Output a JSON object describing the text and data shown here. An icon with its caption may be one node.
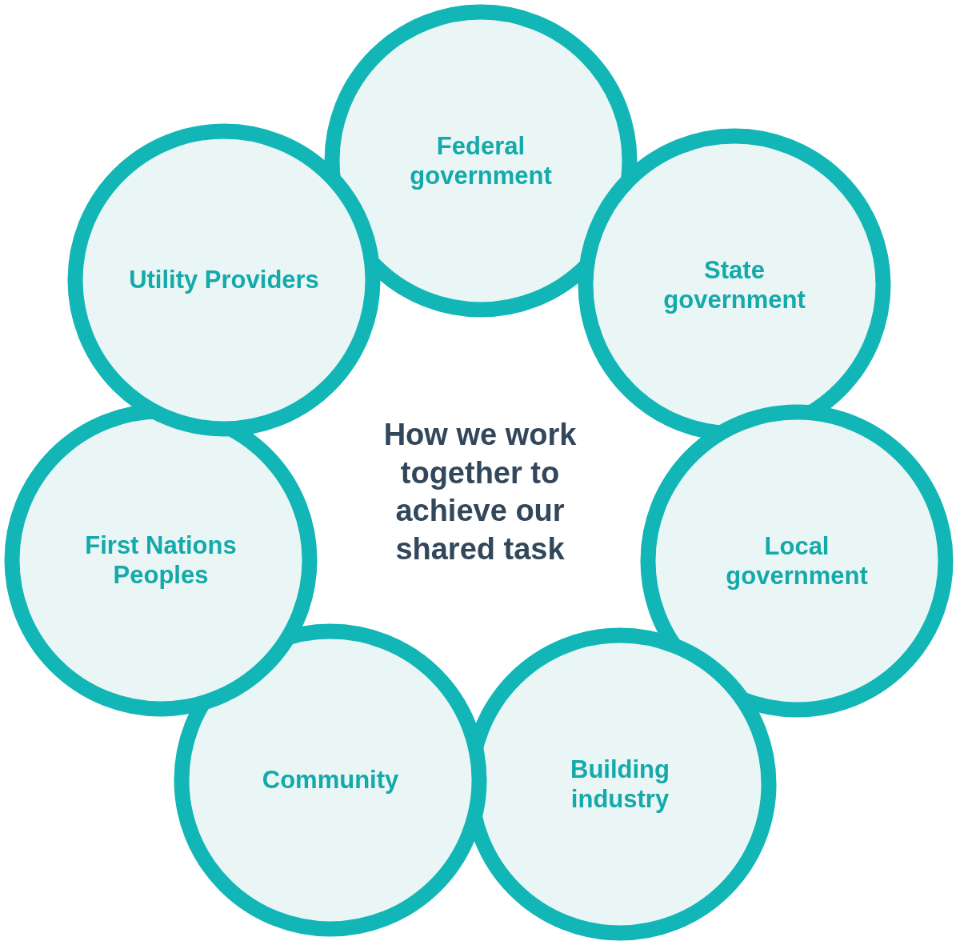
{
  "diagram": {
    "title": "How we work together to achieve our shared task",
    "nodes": [
      {
        "text": [
          "Federal government"
        ]
      },
      {
        "text": [
          "State government"
        ]
      },
      {
        "text": [
          "Local government"
        ]
      },
      {
        "text": [
          "Building industry"
        ]
      },
      {
        "text": [
          "Community"
        ]
      },
      {
        "text": [
          "First Nations Peoples"
        ]
      },
      {
        "text": [
          "Utility Providers"
        ]
      }
    ]
  }
}
